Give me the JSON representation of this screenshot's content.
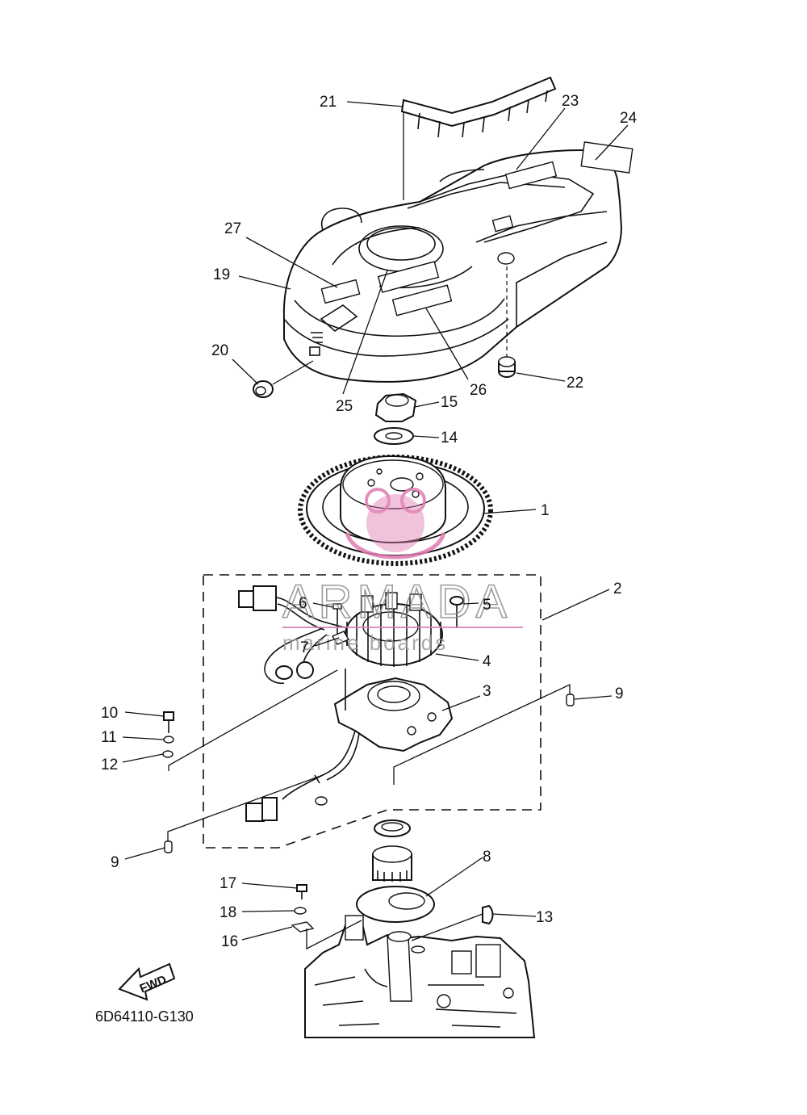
{
  "drawing_code": "6D64110-G130",
  "fwd_label": "FWD",
  "watermark": {
    "brand": "ARMADA",
    "tagline": "marine boards",
    "accent_color": "#e07bb0"
  },
  "callouts": [
    "1",
    "2",
    "3",
    "4",
    "5",
    "6",
    "7",
    "8",
    "9",
    "9",
    "10",
    "11",
    "12",
    "13",
    "14",
    "15",
    "16",
    "17",
    "18",
    "19",
    "20",
    "21",
    "22",
    "23",
    "24",
    "25",
    "26",
    "27"
  ]
}
